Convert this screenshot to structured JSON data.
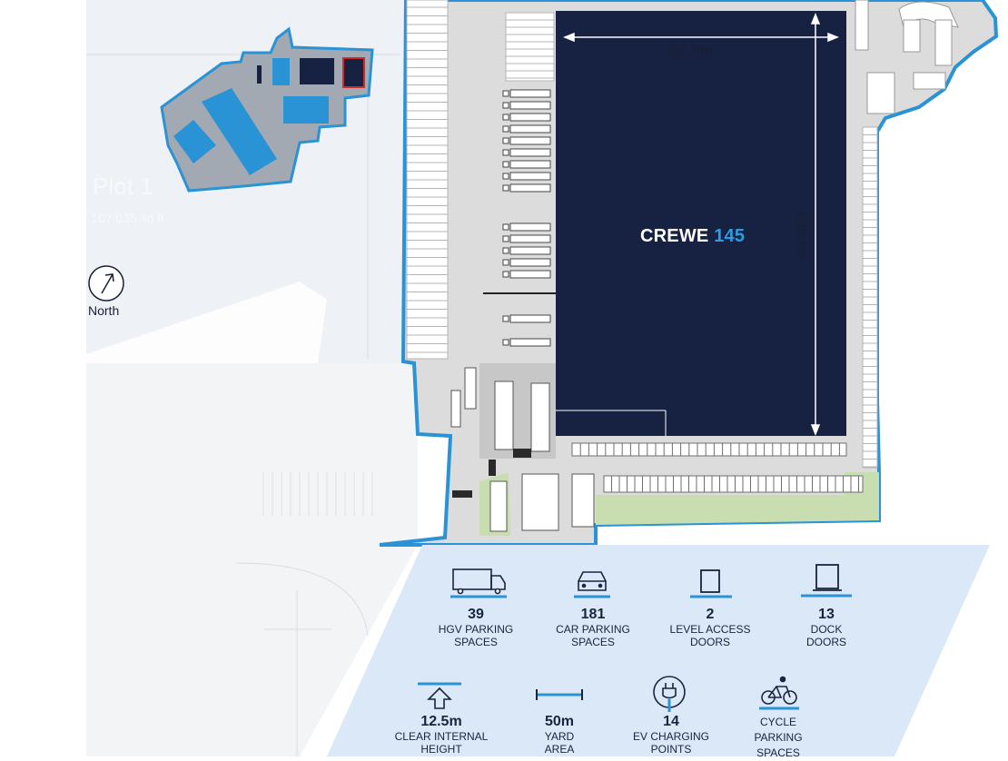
{
  "building": {
    "name": "CREWE",
    "number": "145"
  },
  "dimensions": {
    "width": "92.0m",
    "depth": "138.6m"
  },
  "compass": {
    "label": "North"
  },
  "background_plot": {
    "title": "Plot 1",
    "area": "107,035 sq ft"
  },
  "stats": [
    {
      "id": "hgv",
      "icon": "truck-icon",
      "value": "39",
      "caption": [
        "HGV PARKING",
        "SPACES"
      ]
    },
    {
      "id": "car",
      "icon": "car-icon",
      "value": "181",
      "caption": [
        "CAR PARKING",
        "SPACES"
      ]
    },
    {
      "id": "level",
      "icon": "level-access-door-icon",
      "value": "2",
      "caption": [
        "LEVEL ACCESS",
        "DOORS"
      ]
    },
    {
      "id": "dock",
      "icon": "dock-door-icon",
      "value": "13",
      "caption": [
        "DOCK",
        "DOORS"
      ]
    },
    {
      "id": "height",
      "icon": "clear-height-icon",
      "value": "12.5m",
      "caption": [
        "CLEAR INTERNAL",
        "HEIGHT"
      ]
    },
    {
      "id": "yard",
      "icon": "yard-depth-icon",
      "value": "50m",
      "caption": [
        "YARD",
        "AREA"
      ]
    },
    {
      "id": "ev",
      "icon": "ev-charger-icon",
      "value": "14",
      "caption": [
        "EV CHARGING",
        "POINTS"
      ]
    },
    {
      "id": "cycle",
      "icon": "bicycle-icon",
      "value": "",
      "caption": [
        "CYCLE",
        "PARKING",
        "SPACES"
      ]
    }
  ],
  "colors": {
    "building": "#172243",
    "boundary": "#2a93d5",
    "accent": "#2f9be0",
    "yard": "#cfcfcf",
    "panel": "#dbe8f7",
    "landscape": "#c8deb0",
    "text": "#1a2340"
  }
}
